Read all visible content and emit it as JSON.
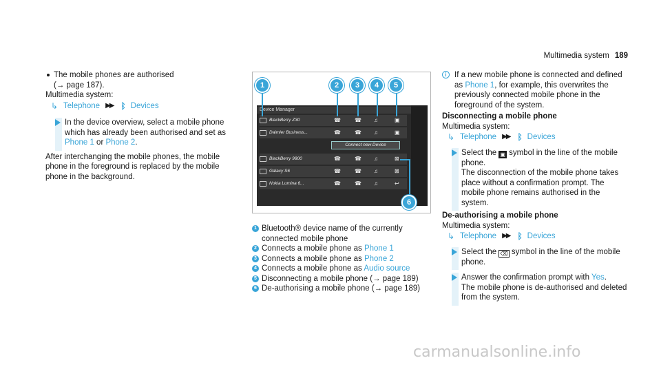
{
  "header": {
    "section": "Multimedia system",
    "page_number": "189"
  },
  "col1": {
    "bullet_text": "The mobile phones are authorised",
    "bullet_ref": "(→ page 187).",
    "system_label": "Multimedia system:",
    "path_telephone": "Telephone",
    "path_devices": "Devices",
    "step_text_1": "In the device overview, select a mobile phone which has already been authorised and set as ",
    "step_phone1": "Phone 1",
    "step_or": " or ",
    "step_phone2": "Phone 2",
    "step_end": ".",
    "para": "After interchanging the mobile phones, the mobile phone in the foreground is replaced by the mobile phone in the background."
  },
  "figure": {
    "title": "Device Manager",
    "devices": [
      "BlackBerry Z30",
      "Daimler Business...",
      "BlackBerry 9800",
      "Galaxy S6",
      "Nokia Lumina 6..."
    ],
    "connect_button": "Connect new Device",
    "callouts": [
      "1",
      "2",
      "3",
      "4",
      "5",
      "6"
    ]
  },
  "legend": [
    {
      "num": "1",
      "text": "Bluetooth® device name of the currently connected mobile phone",
      "link": ""
    },
    {
      "num": "2",
      "text": "Connects a mobile phone as ",
      "link": "Phone 1"
    },
    {
      "num": "3",
      "text": "Connects a mobile phone as ",
      "link": "Phone 2"
    },
    {
      "num": "4",
      "text": "Connects a mobile phone as ",
      "link": "Audio source"
    },
    {
      "num": "5",
      "text": "Disconnecting a mobile phone (→ page 189)",
      "link": ""
    },
    {
      "num": "6",
      "text": "De-authorising a mobile phone (→ page 189)",
      "link": ""
    }
  ],
  "col3": {
    "info_1": "If a new mobile phone is connected and defined as ",
    "info_link": "Phone 1",
    "info_2": ", for example, this overwrites the previously connected mobile phone in the foreground of the system.",
    "heading_disconnect": "Disconnecting a mobile phone",
    "system_label": "Multimedia system:",
    "path_telephone": "Telephone",
    "path_devices": "Devices",
    "step1_a": "Select the ",
    "step1_b": " symbol in the line of the mobile phone.",
    "step1_c": "The disconnection of the mobile phone takes place without a confirmation prompt. The mobile phone remains authorised in the system.",
    "heading_deauth": "De-authorising a mobile phone",
    "system_label_2": "Multimedia system:",
    "path_telephone_2": "Telephone",
    "path_devices_2": "Devices",
    "step2_a": "Select the ",
    "step2_b": " symbol in the line of the mobile phone.",
    "step3_a": "Answer the confirmation prompt with ",
    "step3_link": "Yes",
    "step3_b": ".",
    "step3_c": "The mobile phone is de-authorised and deleted from the system."
  },
  "footer": {
    "watermark": "carmanualsonline.info"
  },
  "colors": {
    "accent": "#39a5d8"
  }
}
